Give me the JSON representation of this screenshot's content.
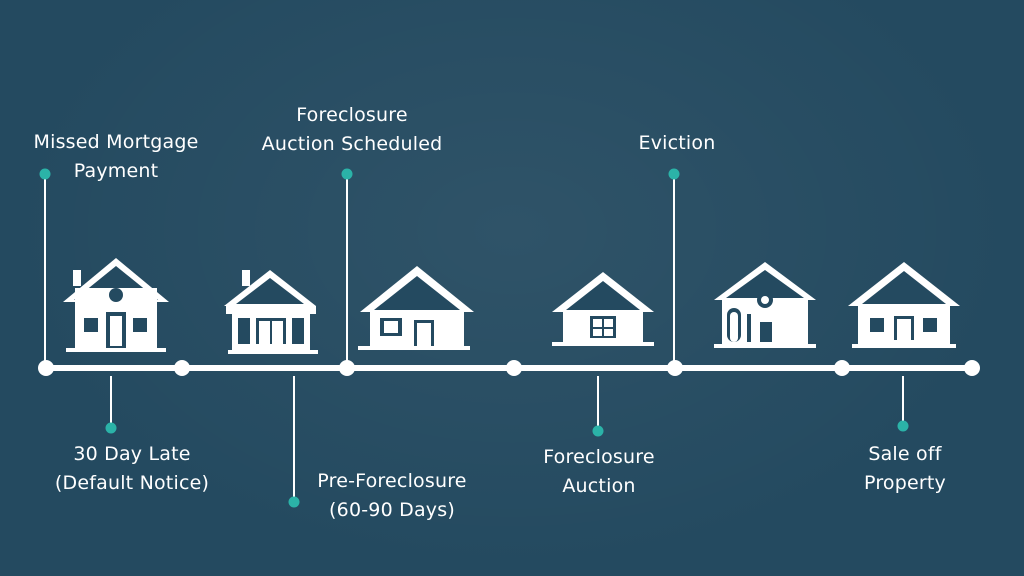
{
  "stages": [
    {
      "id": "missed-mortgage-payment",
      "label": "Missed Mortgage\nPayment"
    },
    {
      "id": "30-day-late",
      "label": "30 Day Late\n(Default Notice)"
    },
    {
      "id": "pre-foreclosure",
      "label": "Pre-Foreclosure\n(60-90 Days)"
    },
    {
      "id": "foreclosure-auction-scheduled",
      "label": "Foreclosure\nAuction Scheduled"
    },
    {
      "id": "foreclosure-auction",
      "label": "Foreclosure\nAuction"
    },
    {
      "id": "eviction",
      "label": "Eviction"
    },
    {
      "id": "sale-off-property",
      "label": "Sale off\nProperty"
    }
  ],
  "colors": {
    "background": "#244a60",
    "line": "#ffffff",
    "marker": "#2bb3a8",
    "house": "#ffffff",
    "house_detail": "#244a60"
  },
  "house_icons": [
    "house-chimney-round-window-icon",
    "house-porch-columns-icon",
    "house-wide-roof-icon",
    "house-small-window-icon",
    "house-gable-round-window-icon",
    "house-round-window-icon"
  ]
}
